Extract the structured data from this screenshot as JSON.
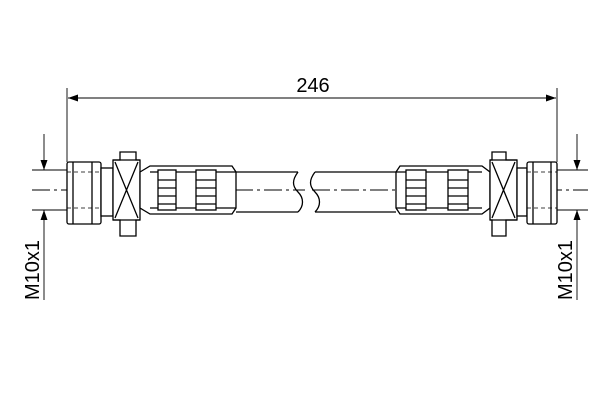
{
  "diagram": {
    "overall_length": "246",
    "left_thread_label": "M10x1",
    "right_thread_label": "M10x1"
  },
  "colors": {
    "line": "#000000",
    "background": "#ffffff"
  }
}
